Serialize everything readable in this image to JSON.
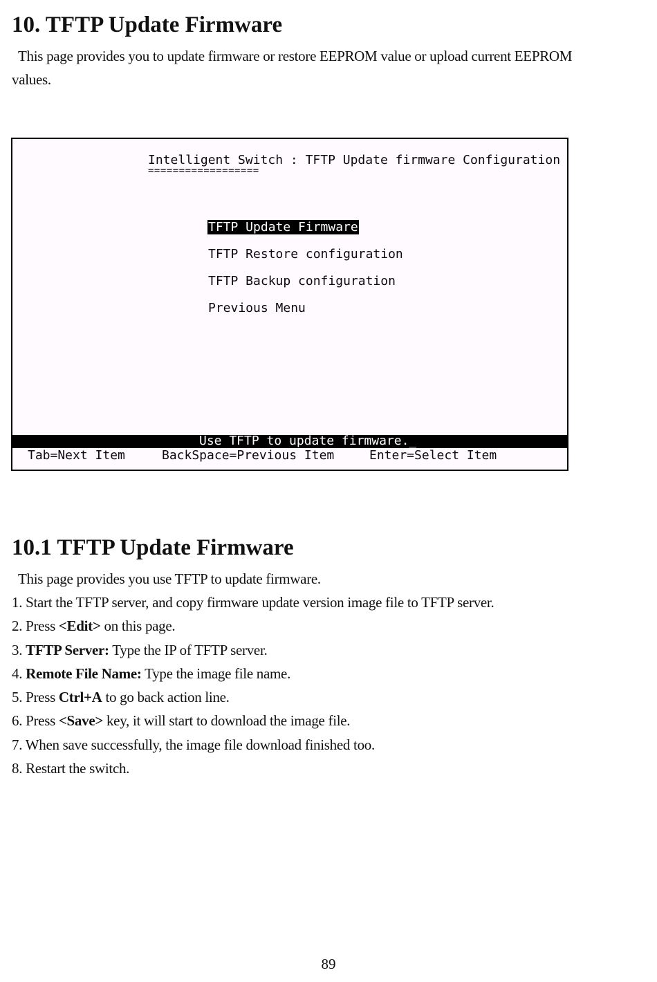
{
  "heading": "10. TFTP Update Firmware",
  "intro": {
    "line1": "This page provides you to update firmware or restore EEPROM value or upload current EEPROM",
    "line2": "values."
  },
  "terminal": {
    "title": "Intelligent Switch : TFTP Update firmware Configuration",
    "underline": "==================",
    "menu": [
      "TFTP Update Firmware",
      "TFTP Restore configuration",
      "TFTP Backup configuration",
      "Previous Menu"
    ],
    "selected_index": 0,
    "status": "Use TFTP to update firmware._",
    "keys": [
      "Tab=Next Item",
      "BackSpace=Previous Item",
      "Enter=Select Item"
    ]
  },
  "section": {
    "heading": "10.1 TFTP Update Firmware",
    "intro": "This page provides you use TFTP to update firmware.",
    "steps": [
      {
        "prefix": "1. Start the TFTP server, and copy firmware update version image file to TFTP server.",
        "bold": "",
        "suffix": ""
      },
      {
        "prefix": "2. Press ",
        "bold": "<Edit>",
        "suffix": " on this page."
      },
      {
        "prefix": "3. ",
        "bold": "TFTP Server:",
        "suffix": " Type the IP of TFTP server."
      },
      {
        "prefix": "4. ",
        "bold": "Remote File Name:",
        "suffix": " Type the image file name."
      },
      {
        "prefix": "5. Press ",
        "bold": "Ctrl+A",
        "suffix": " to go back action line."
      },
      {
        "prefix": "6. Press ",
        "bold": "<Save>",
        "suffix": " key, it will start to download the image file."
      },
      {
        "prefix": "7. When save successfully, the image file download finished too.",
        "bold": "",
        "suffix": ""
      },
      {
        "prefix": "8. Restart the switch.",
        "bold": "",
        "suffix": ""
      }
    ]
  },
  "page_number": "89"
}
